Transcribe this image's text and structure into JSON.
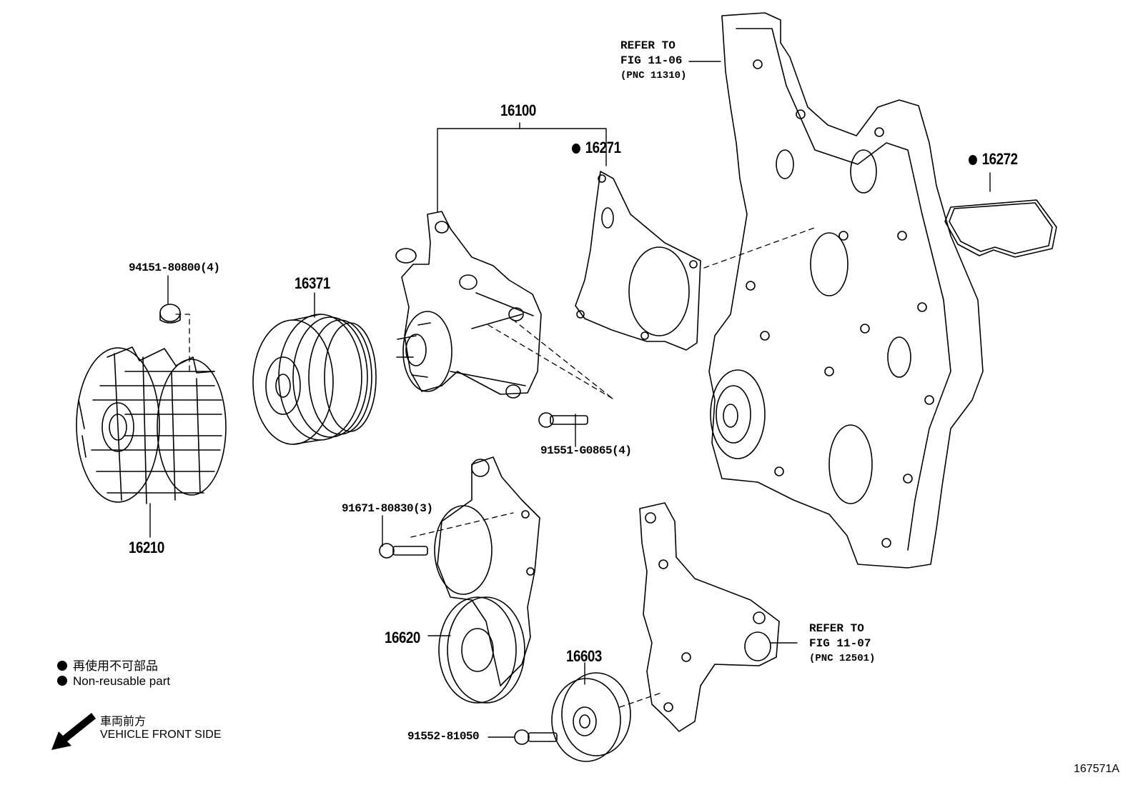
{
  "parts": {
    "water_pump_assy": "16100",
    "gasket_pump": "16271",
    "gasket_cover": "16272",
    "nut_fan": "94151-80800(4)",
    "pulley": "16371",
    "fluid_coupling": "16210",
    "bolt_pump": "91551-G0865(4)",
    "bolt_tensioner": "91671-80830(3)",
    "tensioner": "16620",
    "idler": "16603",
    "bolt_idler": "91552-81050"
  },
  "refs": {
    "ref1": {
      "line1": "REFER TO",
      "line2": "FIG 11-06",
      "line3": "(PNC 11310)"
    },
    "ref2": {
      "line1": "REFER TO",
      "line2": "FIG 11-07",
      "line3": "(PNC 12501)"
    }
  },
  "legend": {
    "jp": "再使用不可部品",
    "en": "Non-reusable part",
    "front_jp": "車両前方",
    "front_en": "VEHICLE FRONT SIDE"
  },
  "figure_id": "167571A",
  "icons": [
    "non-reusable-dot-icon",
    "vehicle-front-arrow-icon"
  ]
}
